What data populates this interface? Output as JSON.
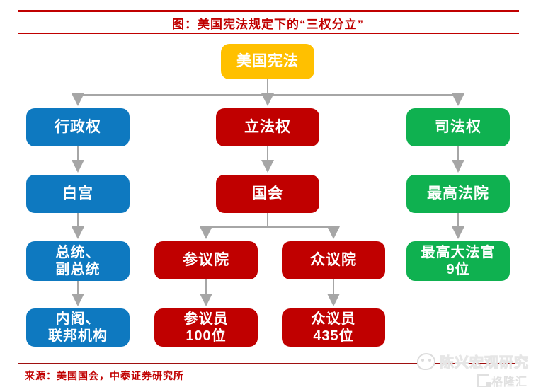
{
  "title": "图：美国宪法规定下的“三权分立”",
  "source": "来源：美国国会，中泰证券研究所",
  "watermark": {
    "name": "陈兴宏观研究",
    "brand": "格隆汇"
  },
  "colors": {
    "accent_red": "#c00000",
    "box_yellow": "#ffc000",
    "box_blue": "#0e79c0",
    "box_red": "#c00000",
    "box_green": "#0fb150",
    "arrow_gray": "#a6a6a6"
  },
  "nodes": {
    "constitution": "美国宪法",
    "executive": "行政权",
    "legislative": "立法权",
    "judicial": "司法权",
    "white_house": "白宫",
    "congress": "国会",
    "supreme_court": "最高法院",
    "president": "总统、\n副总统",
    "senate": "参议院",
    "house": "众议院",
    "justices": "最高大法官\n9位",
    "cabinet": "内阁、\n联邦机构",
    "senators": "参议员\n100位",
    "representatives": "众议员\n435位"
  }
}
